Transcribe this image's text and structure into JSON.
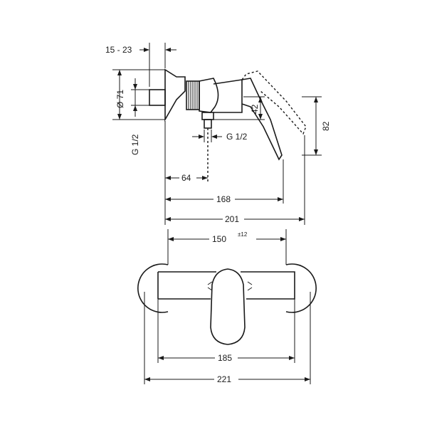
{
  "dimensions": {
    "wall_depth": "15 - 23",
    "diameter": "Ø 71",
    "thread_left": "G 1/2",
    "thread_outlet": "G 1/2",
    "height_42": "42",
    "height_82": "82",
    "len_64": "64",
    "len_168": "168",
    "len_201": "201",
    "center_distance": "150",
    "center_distance_tol": "±12",
    "width_185": "185",
    "width_221": "221"
  }
}
